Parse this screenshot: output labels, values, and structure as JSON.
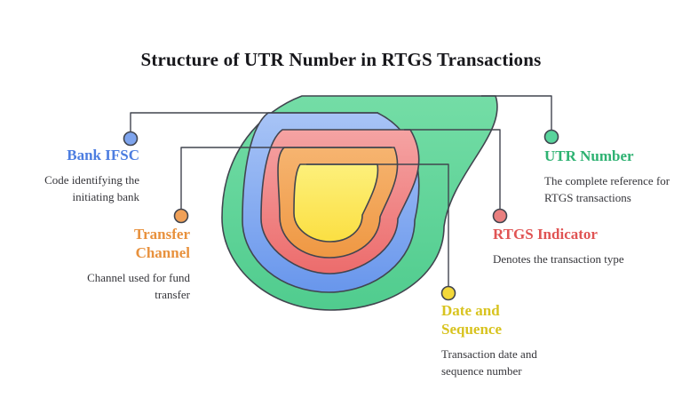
{
  "title": "Structure of UTR Number in RTGS Transactions",
  "labels": [
    {
      "id": "bank_ifsc",
      "heading": "Bank IFSC",
      "description": "Code identifying the initiating bank",
      "color": "#4c7de0",
      "marker_color": "#7ea4ed"
    },
    {
      "id": "transfer_channel",
      "heading": "Transfer Channel",
      "description": "Channel used for fund transfer",
      "color": "#e8913d",
      "marker_color": "#efa058"
    },
    {
      "id": "utr_number",
      "heading": "UTR Number",
      "description": "The complete reference for RTGS transactions",
      "color": "#2eb272",
      "marker_color": "#58d49c"
    },
    {
      "id": "rtgs_indicator",
      "heading": "RTGS Indicator",
      "description": "Denotes the transaction type",
      "color": "#e05454",
      "marker_color": "#e97f7f"
    },
    {
      "id": "date_sequence",
      "heading": "Date and Sequence",
      "description": "Transaction date and sequence number",
      "color": "#d8c31f",
      "marker_color": "#f3d839"
    }
  ],
  "diagram": {
    "stroke_color": "#41454f",
    "rings": [
      {
        "name": "utr-number-ring",
        "fill_top": "#74dda6",
        "fill_bottom": "#50cc8e"
      },
      {
        "name": "bank-ifsc-ring",
        "fill_top": "#a8c4f6",
        "fill_bottom": "#6896ec"
      },
      {
        "name": "rtgs-indicator-ring",
        "fill_top": "#f5a3a3",
        "fill_bottom": "#ec6c6c"
      },
      {
        "name": "transfer-channel-ring",
        "fill_top": "#f6b470",
        "fill_bottom": "#ef9843"
      },
      {
        "name": "date-sequence-ring",
        "fill_top": "#fdf07b",
        "fill_bottom": "#fbdf42"
      }
    ]
  }
}
